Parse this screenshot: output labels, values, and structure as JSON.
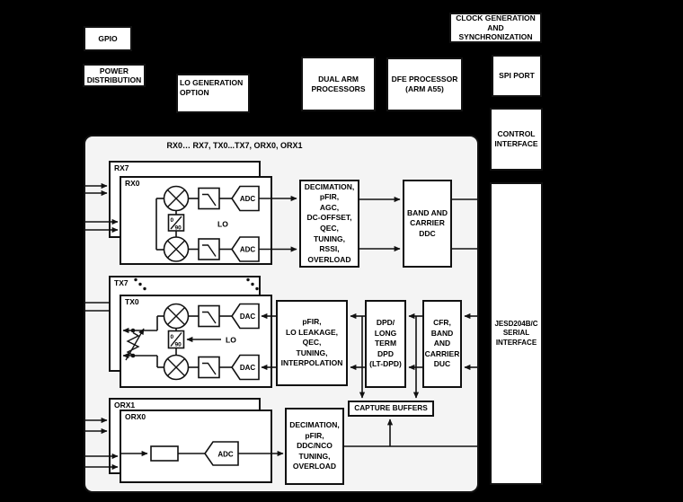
{
  "colors": {
    "background": "#000000",
    "block_fill": "#f4f4f4",
    "box_fill": "#ffffff",
    "line": "#111111"
  },
  "title": "RX0… RX7, TX0...TX7, ORX0, ORX1",
  "peripherals": {
    "gpio": "GPIO",
    "power_distribution": [
      "POWER",
      "DISTRIBUTION"
    ],
    "lo_generation": [
      "LO GENERATION",
      "OPTION"
    ],
    "dual_arm": [
      "DUAL ARM",
      "PROCESSORS"
    ],
    "dfe_processor": [
      "DFE PROCESSOR",
      "(ARM A55)"
    ],
    "clock_generation": [
      "CLOCK GENERATION",
      "AND",
      "SYNCHRONIZATION"
    ],
    "spi_port": "SPI PORT",
    "control_interface": [
      "CONTROL",
      "INTERFACE"
    ],
    "jesd_interface": [
      "JESD204B/C",
      "SERIAL",
      "INTERFACE"
    ]
  },
  "rx": {
    "outer": "RX7",
    "inner": "RX0",
    "adc": "ADC",
    "lo": "LO",
    "phase_0": "0",
    "phase_90": "90",
    "dsp": [
      "DECIMATION,",
      "pFIR,",
      "AGC,",
      "DC-OFFSET,",
      "QEC,",
      "TUNING,",
      "RSSI,",
      "OVERLOAD"
    ],
    "ddc": [
      "BAND AND",
      "CARRIER",
      "DDC"
    ]
  },
  "tx": {
    "outer": "TX7",
    "inner": "TX0",
    "dac": "DAC",
    "lo": "LO",
    "phase_0": "0",
    "phase_90": "90",
    "dsp": [
      "pFIR,",
      "LO LEAKAGE,",
      "QEC,",
      "TUNING,",
      "INTERPOLATION"
    ],
    "dpd": [
      "DPD/",
      "LONG",
      "TERM",
      "DPD",
      "(LT-DPD)"
    ],
    "duc": [
      "CFR,",
      "BAND",
      "AND",
      "CARRIER",
      "DUC"
    ]
  },
  "orx": {
    "outer": "ORX1",
    "inner": "ORX0",
    "adc": "ADC",
    "dsp": [
      "DECIMATION,",
      "pFIR,",
      "DDC/NCO",
      "TUNING,",
      "OVERLOAD"
    ]
  },
  "capture_buffers": "CAPTURE BUFFERS"
}
